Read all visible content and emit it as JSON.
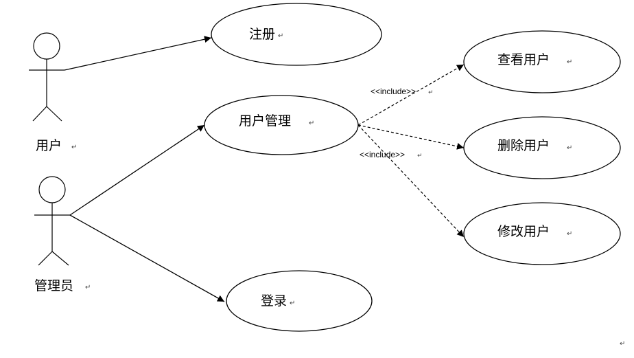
{
  "diagram": {
    "actors": {
      "user": "用户",
      "admin": "管理员"
    },
    "usecases": {
      "register": "注册",
      "user_mgmt": "用户管理",
      "view_user": "查看用户",
      "delete_user": "删除用户",
      "modify_user": "修改用户",
      "login": "登录"
    },
    "stereotypes": {
      "include_upper": "<<include>>",
      "include_lower": "<<include>>"
    },
    "paragraph_mark": "↵"
  }
}
